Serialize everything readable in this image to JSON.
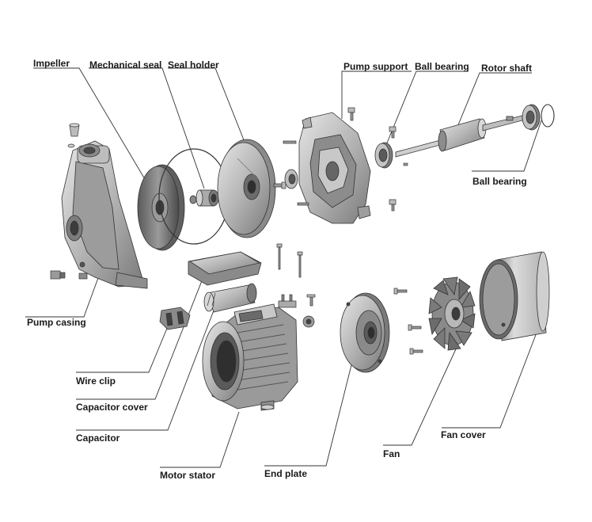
{
  "labels": {
    "impeller": "Impeller",
    "mechanical_seal": "Mechanical seal",
    "seal_holder": "Seal holder",
    "pump_support": "Pump support",
    "ball_bearing_top": "Ball bearing",
    "rotor_shaft": "Rotor shaft",
    "ball_bearing_right": "Ball bearing",
    "pump_casing": "Pump casing",
    "wire_clip": "Wire clip",
    "capacitor_cover": "Capacitor cover",
    "capacitor": "Capacitor",
    "motor_stator": "Motor stator",
    "end_plate": "End plate",
    "fan": "Fan",
    "fan_cover": "Fan cover"
  },
  "colors": {
    "line": "#333333",
    "part_light": "#d6d6d6",
    "part_mid": "#a9a9a9",
    "part_dark": "#6f6f6f"
  }
}
